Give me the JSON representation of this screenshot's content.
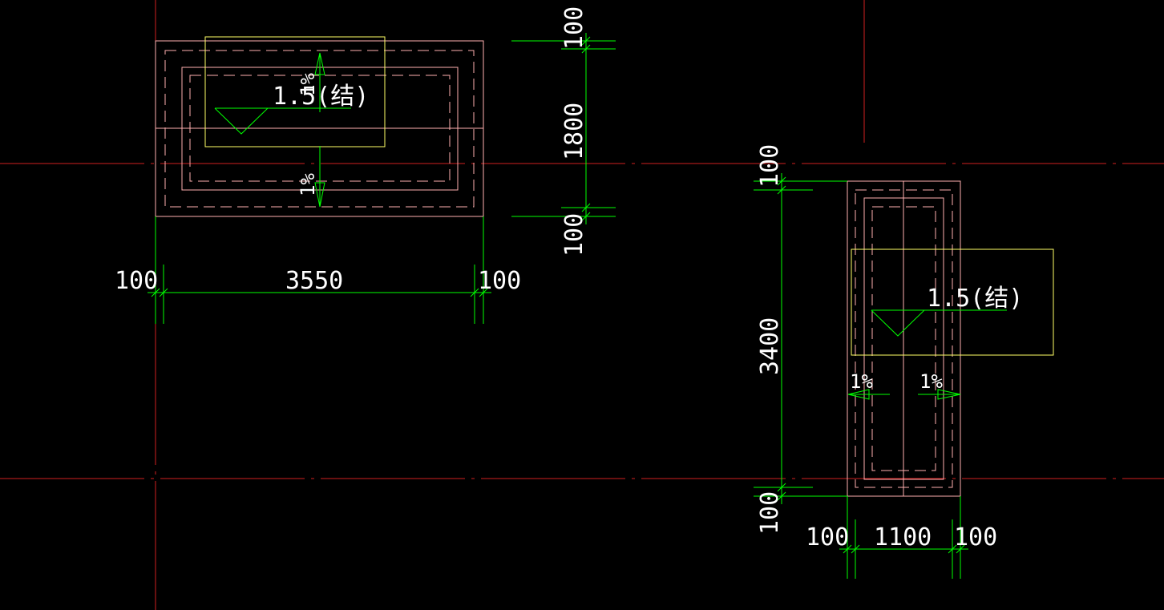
{
  "colors": {
    "background": "#000000",
    "axis": "#d02020",
    "outline": "#ffb0b0",
    "dimension": "#00ff00",
    "label_frame": "#ffff66",
    "text": "#ffffff"
  },
  "drawing1": {
    "label": "1.5(结)",
    "slope_up": "1%",
    "slope_down": "1%",
    "dims": {
      "left": "100",
      "width": "3550",
      "right": "100",
      "top": "100",
      "height": "1800",
      "bottom": "100"
    }
  },
  "drawing2": {
    "label": "1.5(结)",
    "slope_left": "1%",
    "slope_right": "1%",
    "dims": {
      "top": "100",
      "height": "3400",
      "bottom": "100",
      "left": "100",
      "width": "1100",
      "right": "100"
    }
  }
}
